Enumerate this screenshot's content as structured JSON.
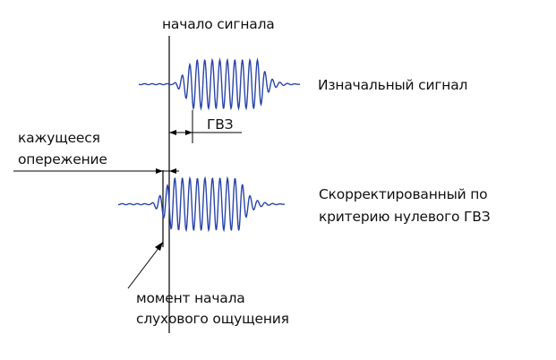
{
  "labels": {
    "signal_start": "начало сигнала",
    "original_signal": "Изначальный сигнал",
    "gvz": "ГВЗ",
    "apparent_lead_line1": "кажущееся",
    "apparent_lead_line2": "опережение",
    "corrected_line1": "Скорректированный по",
    "corrected_line2": "критерию нулевого ГВЗ",
    "hearing_onset_line1": "момент начала",
    "hearing_onset_line2": "слухового ощущения"
  },
  "colors": {
    "wave": "#2a45a8",
    "line": "#000000",
    "text": "#111111"
  }
}
